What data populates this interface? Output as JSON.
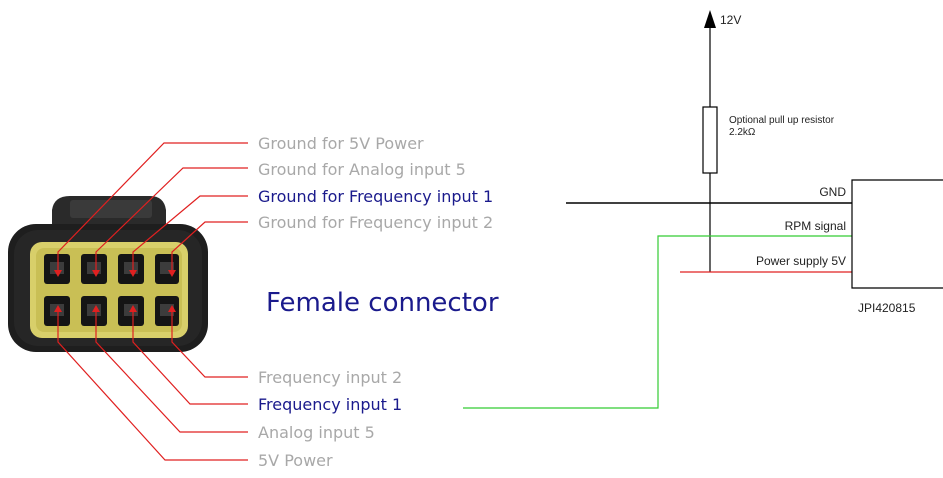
{
  "connector": {
    "title": "Female connector",
    "top_labels": [
      "Ground for 5V Power",
      "Ground for Analog input 5",
      "Ground for Frequency input 1",
      "Ground for Frequency input 2"
    ],
    "bottom_labels": [
      "Frequency input 2",
      "Frequency input 1",
      "Analog input 5",
      "5V Power"
    ]
  },
  "schematic": {
    "supply_label": "12V",
    "resistor_label_line1": "Optional pull up resistor",
    "resistor_label_line2": "2.2kΩ",
    "pin_gnd": "GND",
    "pin_rpm": "RPM signal",
    "pin_power": "Power supply 5V",
    "device_id": "JPI420815"
  },
  "colors": {
    "highlight_text": "#1a1a8c",
    "muted_text": "#a8a8a8",
    "pin_leader": "#e02020",
    "signal_wire": "#33cc33",
    "power_wire": "#e02020"
  }
}
